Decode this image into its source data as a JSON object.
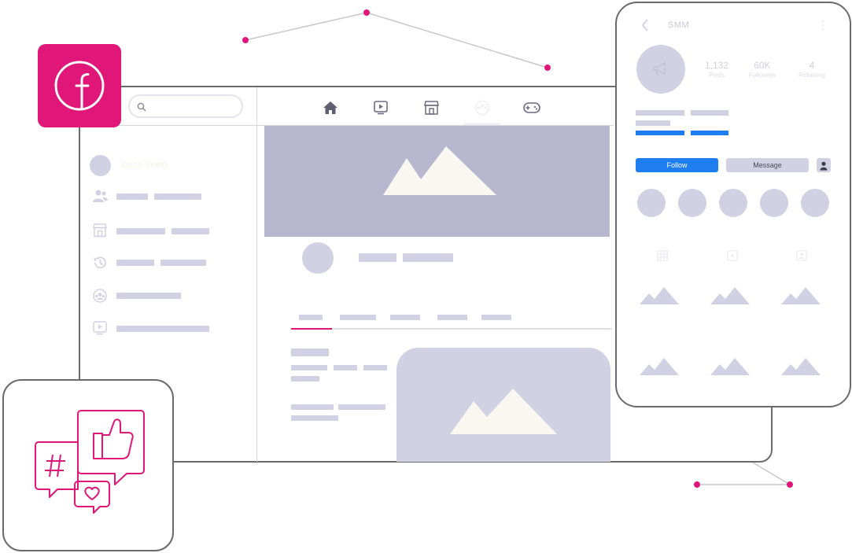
{
  "palette": {
    "accent": "#e01679",
    "placeholder": "#d2d1e3",
    "banner": "#b8b7cf",
    "mountain": "#f8f7f0",
    "frame": "#6b6b6b",
    "follow_button": "#1e7ef0",
    "icon_gray": "#6e6c80"
  },
  "desktop": {
    "search": {
      "placeholder": "",
      "icon": "search-icon"
    },
    "topnav": [
      {
        "icon": "home-icon"
      },
      {
        "icon": "video-icon"
      },
      {
        "icon": "marketplace-icon"
      },
      {
        "icon": "groups-icon"
      },
      {
        "icon": "gaming-icon"
      }
    ],
    "sidebar": {
      "user_name": "Jason Smith",
      "items": [
        {
          "icon": "friends-icon"
        },
        {
          "icon": "marketplace-icon"
        },
        {
          "icon": "memories-icon"
        },
        {
          "icon": "groups-icon"
        },
        {
          "icon": "watch-icon"
        }
      ]
    }
  },
  "phone": {
    "title": "SMM",
    "stats": [
      {
        "value": "1,132",
        "label": "Posts"
      },
      {
        "value": "60K",
        "label": "Followers"
      },
      {
        "value": "4",
        "label": "Following"
      }
    ],
    "follow_label": "Follow",
    "message_label": "Message",
    "story_count": 5,
    "grid_icons": [
      "grid-icon",
      "reels-icon",
      "tagged-icon"
    ]
  },
  "badges": {
    "facebook_icon": "facebook-icon",
    "social_icon": "social-chat-icon"
  }
}
